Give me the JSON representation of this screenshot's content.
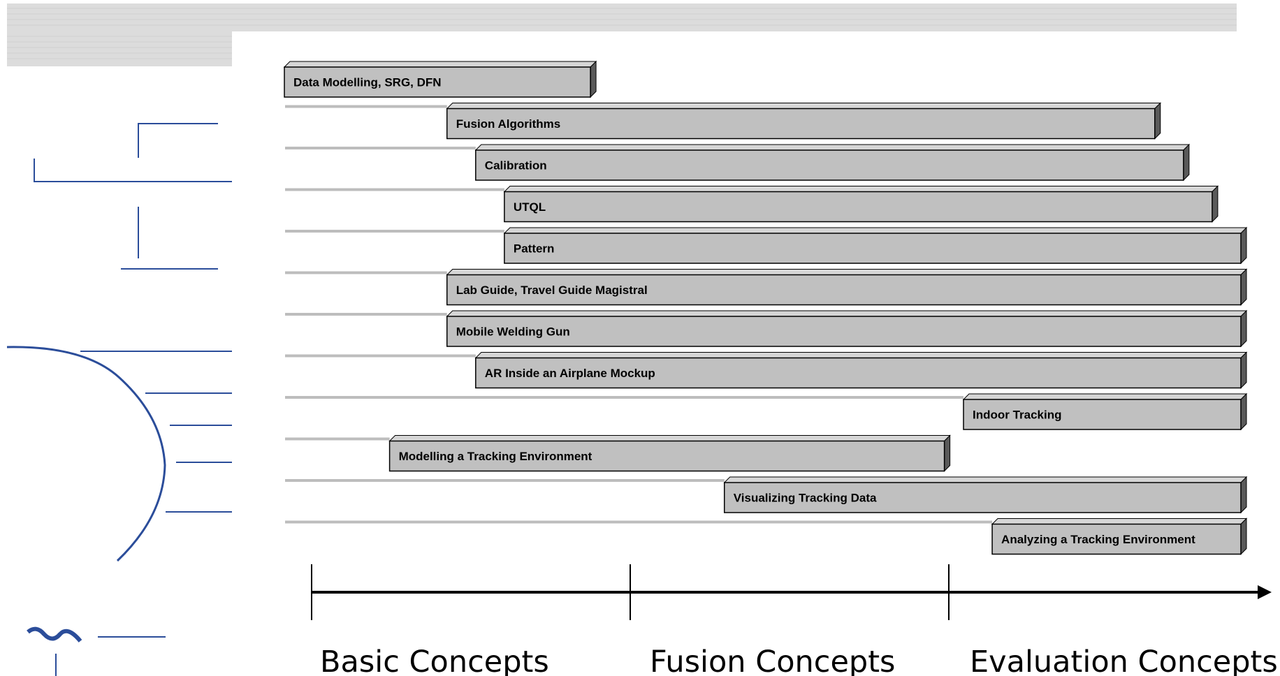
{
  "colors": {
    "bar_face": "#c0c0c0",
    "bar_top": "#d6d6d6",
    "bar_side": "#5a5a5a",
    "guide_line": "#bdbdbd",
    "header_band": "#d9d9d9",
    "deco_blue": "#2b4d9a",
    "axis": "#000000"
  },
  "timeline": {
    "phases": [
      {
        "label": "Basic Concepts"
      },
      {
        "label": "Fusion Concepts"
      },
      {
        "label": "Evaluation Concepts"
      }
    ]
  },
  "tasks": [
    {
      "label": "Data Modelling, SRG, DFN",
      "start": 0.0,
      "end": 0.32
    },
    {
      "label": "Fusion Algorithms",
      "start": 0.17,
      "end": 0.91
    },
    {
      "label": "Calibration",
      "start": 0.2,
      "end": 0.94
    },
    {
      "label": "UTQL",
      "start": 0.23,
      "end": 0.97
    },
    {
      "label": "Pattern",
      "start": 0.23,
      "end": 1.0
    },
    {
      "label": "Lab Guide, Travel Guide Magistral",
      "start": 0.17,
      "end": 1.0
    },
    {
      "label": "Mobile Welding Gun",
      "start": 0.17,
      "end": 1.0
    },
    {
      "label": "AR Inside an Airplane Mockup",
      "start": 0.2,
      "end": 1.0
    },
    {
      "label": "Indoor Tracking",
      "start": 0.71,
      "end": 1.0
    },
    {
      "label": "Modelling a Tracking Environment",
      "start": 0.11,
      "end": 0.69
    },
    {
      "label": "Visualizing Tracking Data",
      "start": 0.46,
      "end": 1.0
    },
    {
      "label": "Analyzing a Tracking Environment",
      "start": 0.74,
      "end": 1.0
    }
  ]
}
